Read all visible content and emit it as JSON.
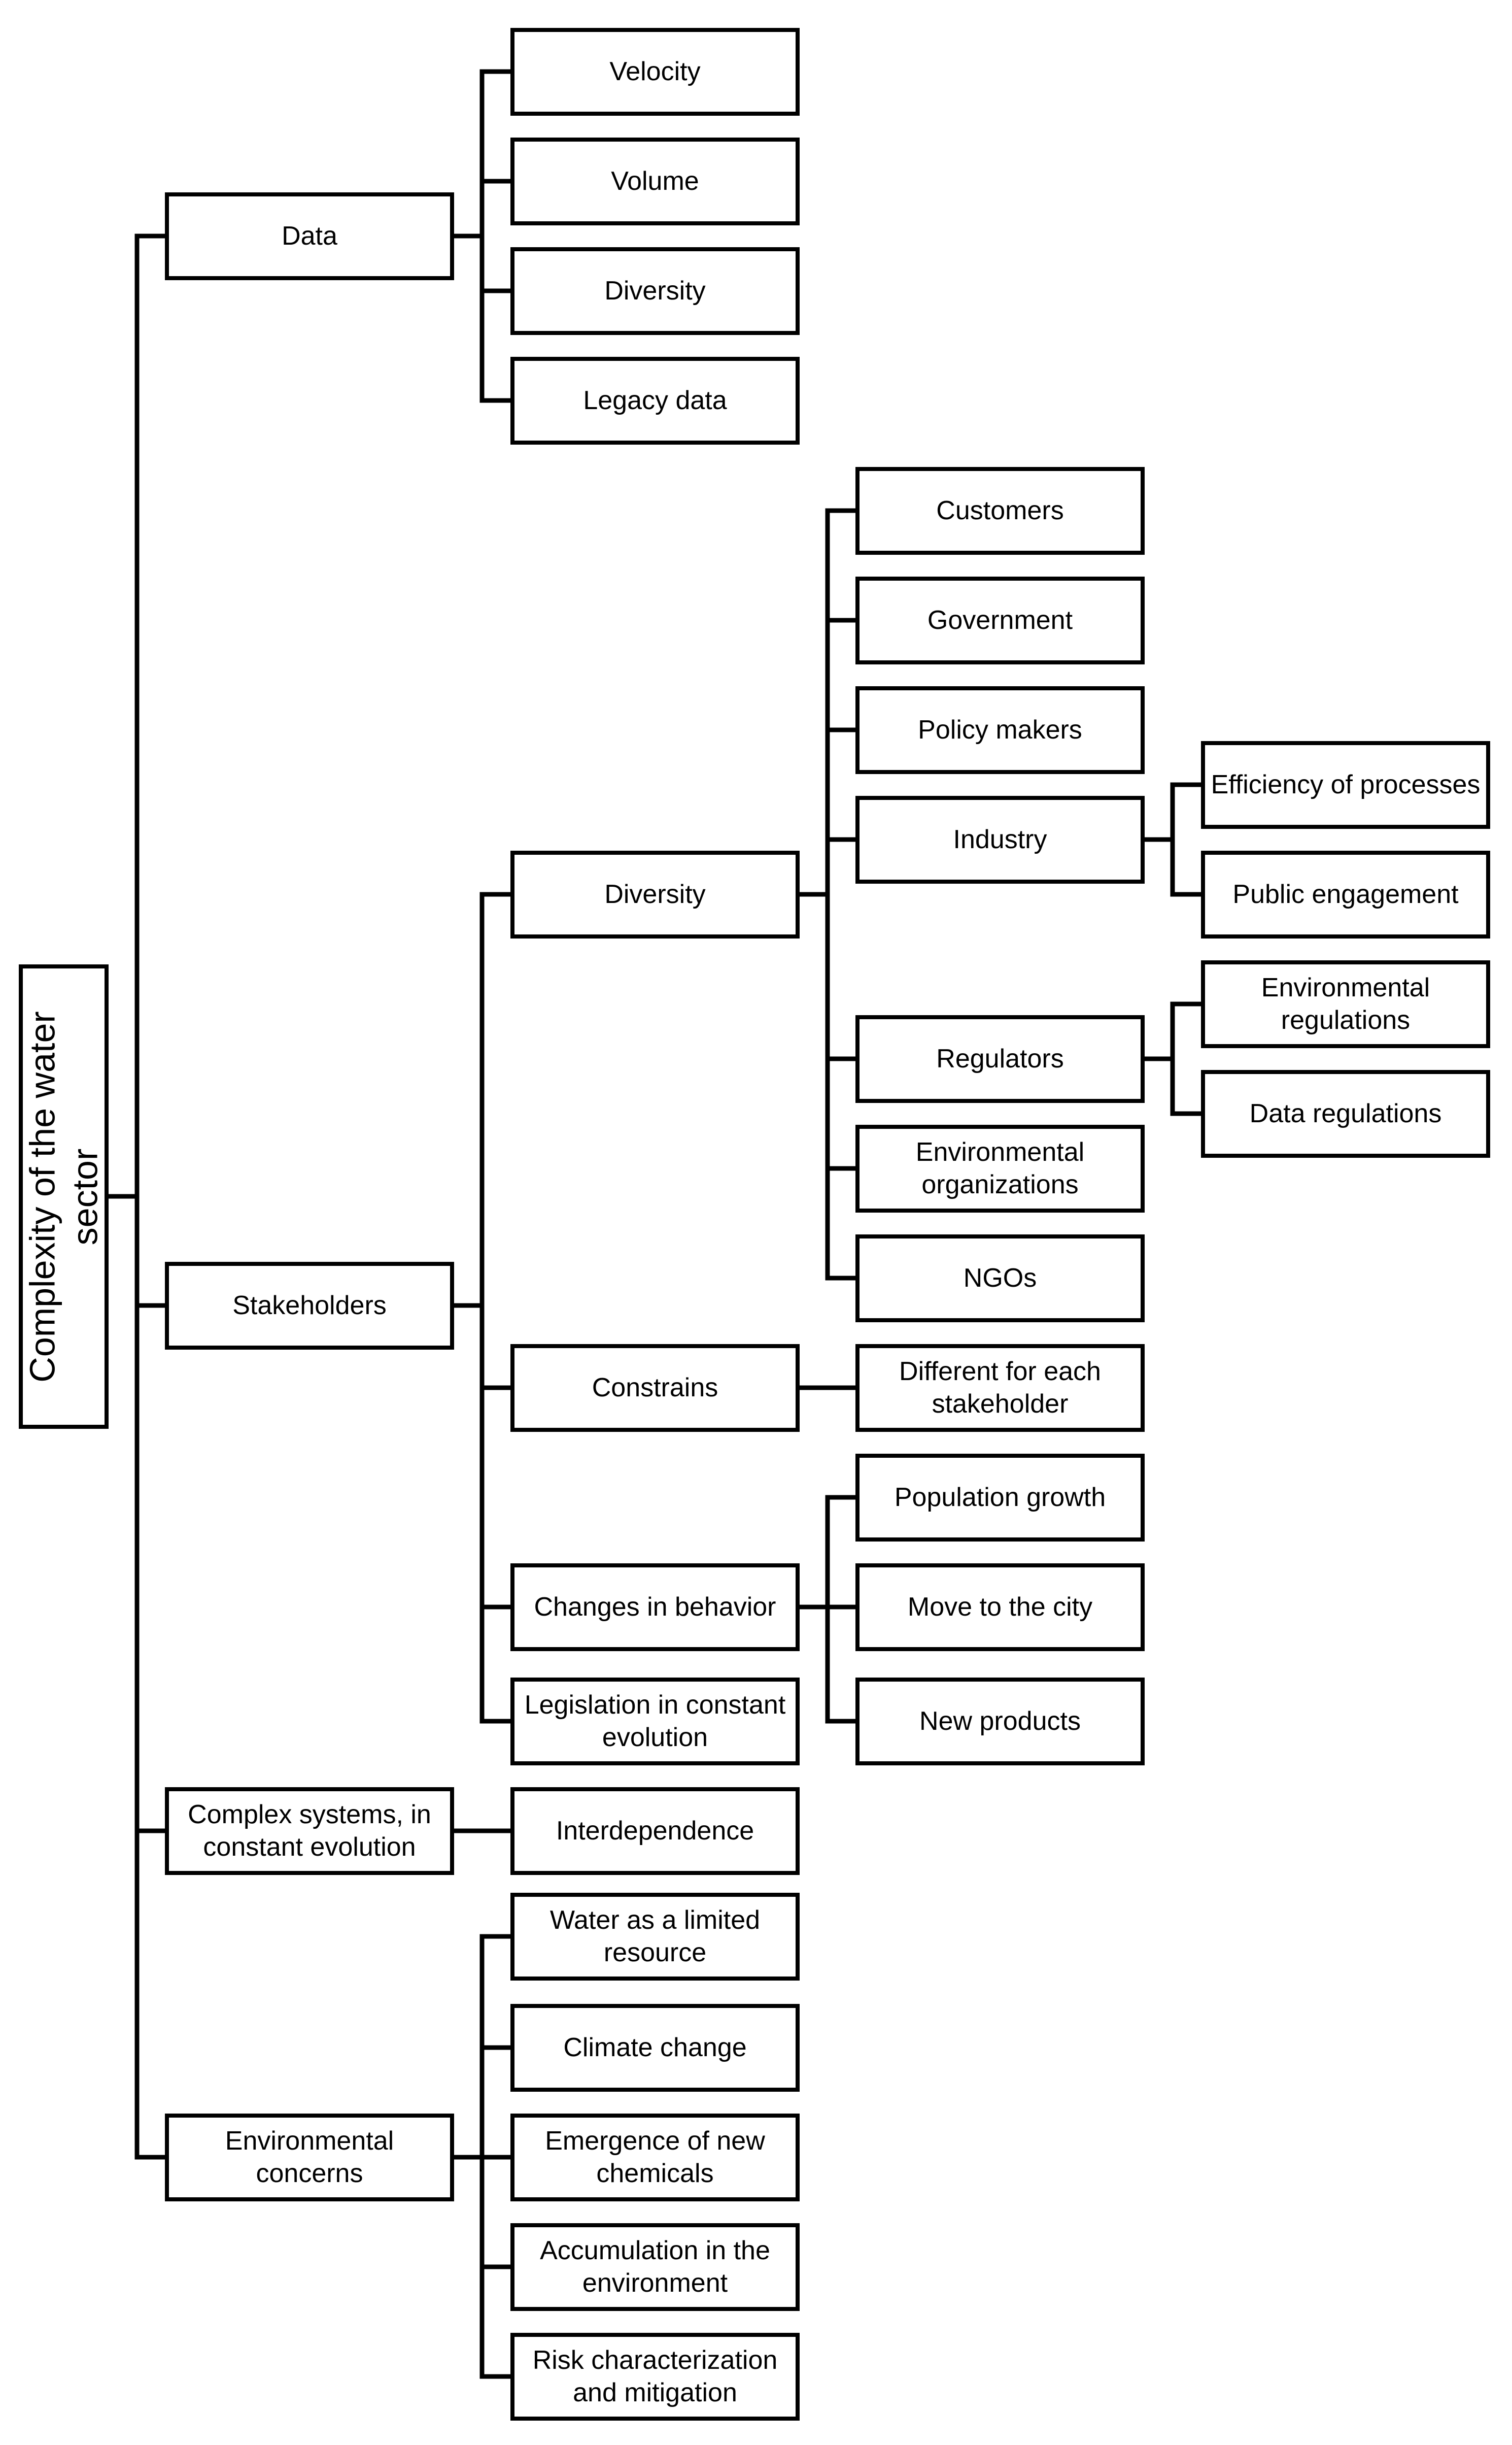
{
  "root": {
    "line1": "Complexity of the water",
    "line2": "sector"
  },
  "level1": {
    "data": "Data",
    "stakeholders": "Stakeholders",
    "complex_systems": [
      "Complex systems, in",
      "constant evolution"
    ],
    "environmental_concerns": [
      "Environmental",
      "concerns"
    ]
  },
  "data_children": [
    "Velocity",
    "Volume",
    "Diversity",
    "Legacy data"
  ],
  "stakeholders_children": {
    "diversity": "Diversity",
    "constrains": "Constrains",
    "changes_in_behavior": "Changes in behavior",
    "legislation": [
      "Legislation in constant",
      "evolution"
    ]
  },
  "diversity_children": {
    "customers": "Customers",
    "government": "Government",
    "policy_makers": "Policy makers",
    "industry": "Industry",
    "regulators": "Regulators",
    "environmental_organizations": [
      "Environmental",
      "organizations"
    ],
    "ngos": "NGOs"
  },
  "industry_children": [
    "Efficiency of processes",
    "Public engagement"
  ],
  "regulators_children": {
    "environmental_regulations": [
      "Environmental",
      "regulations"
    ],
    "data_regulations": "Data regulations"
  },
  "constrains_children": {
    "different": [
      "Different for each",
      "stakeholder"
    ]
  },
  "behavior_children": [
    "Population growth",
    "Move to the city",
    "New products"
  ],
  "complex_children": {
    "interdependence": "Interdependence"
  },
  "environmental_children": {
    "water_limited": [
      "Water as a limited",
      "resource"
    ],
    "climate_change": "Climate change",
    "new_chemicals": [
      "Emergence of new",
      "chemicals"
    ],
    "accumulation": [
      "Accumulation in the",
      "environment"
    ],
    "risk": [
      "Risk characterization",
      "and mitigation"
    ]
  }
}
